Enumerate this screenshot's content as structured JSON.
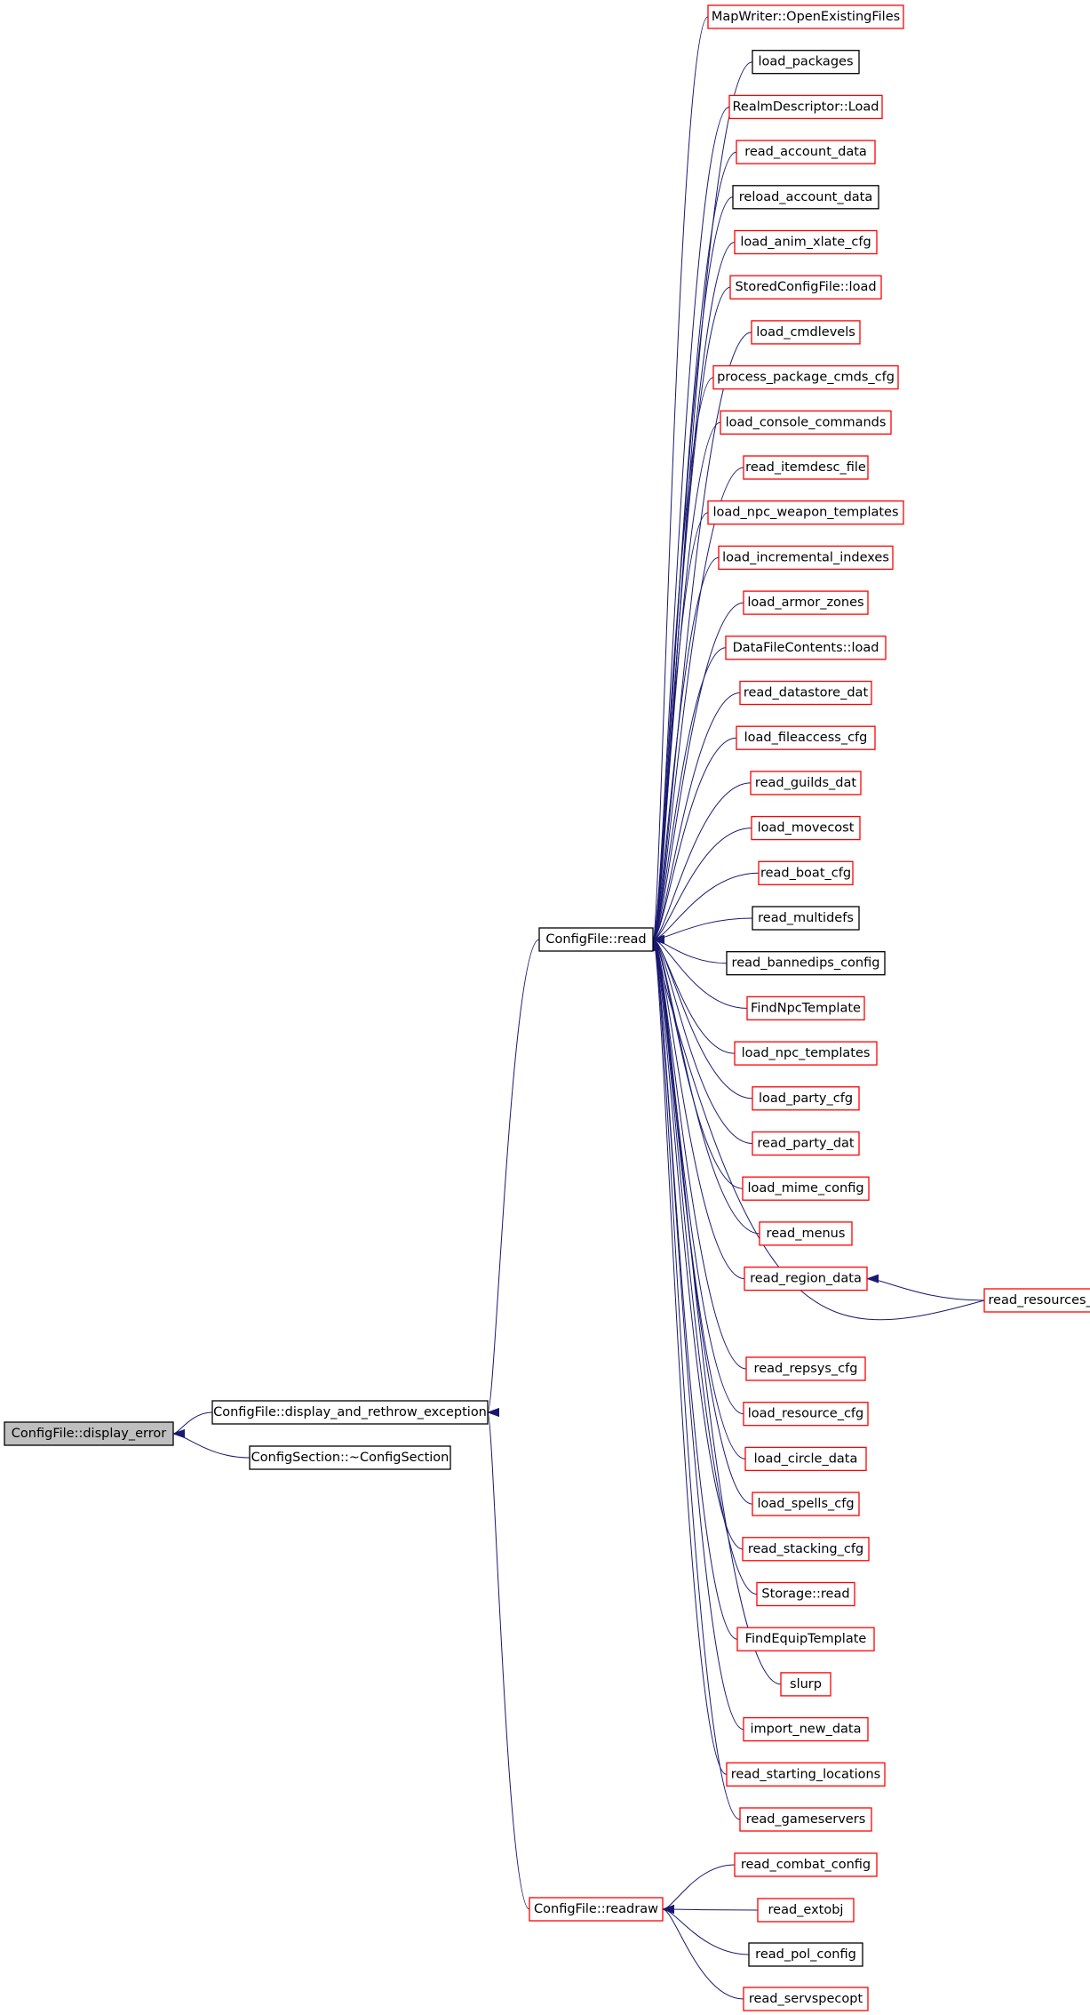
{
  "colors": {
    "edge": "#191970",
    "border_red": "#ff0000",
    "border_black": "#000000",
    "highlight_fill": "#bfbfbf"
  },
  "nodes": [
    {
      "id": "display_error",
      "label": "ConfigFile::display_error",
      "border": "black",
      "highlight": true
    },
    {
      "id": "display_and_rethrow",
      "label": "ConfigFile::display_and_rethrow_exception",
      "border": "black"
    },
    {
      "id": "configsection_dtor",
      "label": "ConfigSection::~ConfigSection",
      "border": "black"
    },
    {
      "id": "read",
      "label": "ConfigFile::read",
      "border": "black"
    },
    {
      "id": "readraw",
      "label": "ConfigFile::readraw",
      "border": "red"
    },
    {
      "id": "c0",
      "label": "MapWriter::OpenExistingFiles",
      "border": "red"
    },
    {
      "id": "c1",
      "label": "load_packages",
      "border": "black"
    },
    {
      "id": "c2",
      "label": "RealmDescriptor::Load",
      "border": "red"
    },
    {
      "id": "c3",
      "label": "read_account_data",
      "border": "red"
    },
    {
      "id": "c4",
      "label": "reload_account_data",
      "border": "black"
    },
    {
      "id": "c5",
      "label": "load_anim_xlate_cfg",
      "border": "red"
    },
    {
      "id": "c6",
      "label": "StoredConfigFile::load",
      "border": "red"
    },
    {
      "id": "c7",
      "label": "load_cmdlevels",
      "border": "red"
    },
    {
      "id": "c8",
      "label": "process_package_cmds_cfg",
      "border": "red"
    },
    {
      "id": "c9",
      "label": "load_console_commands",
      "border": "red"
    },
    {
      "id": "c10",
      "label": "read_itemdesc_file",
      "border": "red"
    },
    {
      "id": "c11",
      "label": "load_npc_weapon_templates",
      "border": "red"
    },
    {
      "id": "c12",
      "label": "load_incremental_indexes",
      "border": "red"
    },
    {
      "id": "c13",
      "label": "load_armor_zones",
      "border": "red"
    },
    {
      "id": "c14",
      "label": "DataFileContents::load",
      "border": "red"
    },
    {
      "id": "c15",
      "label": "read_datastore_dat",
      "border": "red"
    },
    {
      "id": "c16",
      "label": "load_fileaccess_cfg",
      "border": "red"
    },
    {
      "id": "c17",
      "label": "read_guilds_dat",
      "border": "red"
    },
    {
      "id": "c18",
      "label": "load_movecost",
      "border": "red"
    },
    {
      "id": "c19",
      "label": "read_boat_cfg",
      "border": "red"
    },
    {
      "id": "c20",
      "label": "read_multidefs",
      "border": "black"
    },
    {
      "id": "c21",
      "label": "read_bannedips_config",
      "border": "black"
    },
    {
      "id": "c22",
      "label": "FindNpcTemplate",
      "border": "red"
    },
    {
      "id": "c23",
      "label": "load_npc_templates",
      "border": "red"
    },
    {
      "id": "c24",
      "label": "load_party_cfg",
      "border": "red"
    },
    {
      "id": "c25",
      "label": "read_party_dat",
      "border": "red"
    },
    {
      "id": "c26",
      "label": "load_mime_config",
      "border": "red"
    },
    {
      "id": "c27",
      "label": "read_menus",
      "border": "red"
    },
    {
      "id": "c28",
      "label": "read_region_data",
      "border": "red"
    },
    {
      "id": "c29",
      "label": "read_repsys_cfg",
      "border": "red"
    },
    {
      "id": "c30",
      "label": "load_resource_cfg",
      "border": "red"
    },
    {
      "id": "c31",
      "label": "load_circle_data",
      "border": "red"
    },
    {
      "id": "c32",
      "label": "load_spells_cfg",
      "border": "red"
    },
    {
      "id": "c33",
      "label": "read_stacking_cfg",
      "border": "red"
    },
    {
      "id": "c34",
      "label": "Storage::read",
      "border": "red"
    },
    {
      "id": "c35",
      "label": "FindEquipTemplate",
      "border": "red"
    },
    {
      "id": "c36",
      "label": "slurp",
      "border": "red"
    },
    {
      "id": "c37",
      "label": "import_new_data",
      "border": "red"
    },
    {
      "id": "c38",
      "label": "read_starting_locations",
      "border": "red"
    },
    {
      "id": "c39",
      "label": "read_gameservers",
      "border": "red"
    },
    {
      "id": "read_resources_dat",
      "label": "read_resources_dat",
      "border": "red"
    },
    {
      "id": "r0",
      "label": "read_combat_config",
      "border": "red"
    },
    {
      "id": "r1",
      "label": "read_extobj",
      "border": "red"
    },
    {
      "id": "r2",
      "label": "read_pol_config",
      "border": "black"
    },
    {
      "id": "r3",
      "label": "read_servspecopt",
      "border": "red"
    }
  ],
  "edges": [
    {
      "from": "display_and_rethrow",
      "to": "display_error"
    },
    {
      "from": "configsection_dtor",
      "to": "display_error"
    },
    {
      "from": "read",
      "to": "display_and_rethrow"
    },
    {
      "from": "readraw",
      "to": "display_and_rethrow"
    },
    {
      "from": "c0",
      "to": "read"
    },
    {
      "from": "c1",
      "to": "read"
    },
    {
      "from": "c2",
      "to": "read"
    },
    {
      "from": "c3",
      "to": "read"
    },
    {
      "from": "c4",
      "to": "read"
    },
    {
      "from": "c5",
      "to": "read"
    },
    {
      "from": "c6",
      "to": "read"
    },
    {
      "from": "c7",
      "to": "read"
    },
    {
      "from": "c8",
      "to": "read"
    },
    {
      "from": "c9",
      "to": "read"
    },
    {
      "from": "c10",
      "to": "read"
    },
    {
      "from": "c11",
      "to": "read"
    },
    {
      "from": "c12",
      "to": "read"
    },
    {
      "from": "c13",
      "to": "read"
    },
    {
      "from": "c14",
      "to": "read"
    },
    {
      "from": "c15",
      "to": "read"
    },
    {
      "from": "c16",
      "to": "read"
    },
    {
      "from": "c17",
      "to": "read"
    },
    {
      "from": "c18",
      "to": "read"
    },
    {
      "from": "c19",
      "to": "read"
    },
    {
      "from": "c20",
      "to": "read"
    },
    {
      "from": "c21",
      "to": "read"
    },
    {
      "from": "c22",
      "to": "read"
    },
    {
      "from": "c23",
      "to": "read"
    },
    {
      "from": "c24",
      "to": "read"
    },
    {
      "from": "c25",
      "to": "read"
    },
    {
      "from": "c26",
      "to": "read"
    },
    {
      "from": "c27",
      "to": "read"
    },
    {
      "from": "c28",
      "to": "read"
    },
    {
      "from": "read_resources_dat",
      "to": "read"
    },
    {
      "from": "read_resources_dat",
      "to": "c28"
    },
    {
      "from": "c29",
      "to": "read"
    },
    {
      "from": "c30",
      "to": "read"
    },
    {
      "from": "c31",
      "to": "read"
    },
    {
      "from": "c32",
      "to": "read"
    },
    {
      "from": "c33",
      "to": "read"
    },
    {
      "from": "c34",
      "to": "read"
    },
    {
      "from": "c35",
      "to": "read"
    },
    {
      "from": "c36",
      "to": "read"
    },
    {
      "from": "c37",
      "to": "read"
    },
    {
      "from": "c38",
      "to": "read"
    },
    {
      "from": "c39",
      "to": "read"
    },
    {
      "from": "r0",
      "to": "readraw"
    },
    {
      "from": "r1",
      "to": "readraw"
    },
    {
      "from": "r2",
      "to": "readraw"
    },
    {
      "from": "r3",
      "to": "readraw"
    }
  ]
}
